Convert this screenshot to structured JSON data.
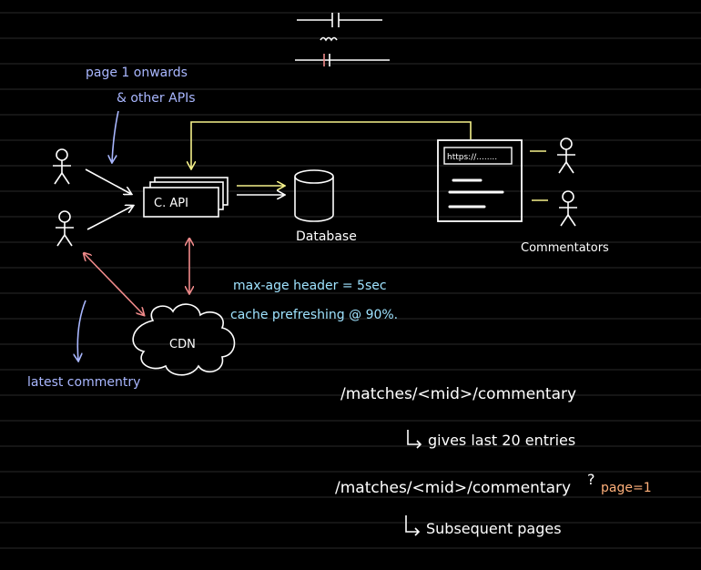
{
  "colors": {
    "background": "#000000",
    "ruled_lines": "#2a2a2a",
    "ink_white": "#ffffff",
    "ink_blue": "#a9b7ff",
    "ink_cyan": "#9fe3ff",
    "ink_yellow": "#f5f18a",
    "ink_red": "#f08a8a",
    "ink_orange": "#ffb07a"
  },
  "labels": {
    "api_box": "C. API",
    "database": "Database",
    "cdn": "CDN",
    "commentators": "Commentators",
    "url_bar": "https://........",
    "page_onwards_1": "page 1 onwards",
    "page_onwards_2": "& other APIs",
    "latest_commentary": "latest commentry",
    "max_age": "max-age header = 5sec",
    "cache_refresh": "cache prefreshing @ 90%.",
    "route_1": "/matches/<mid>/commentary",
    "route_1_note": "gives last 20 entries",
    "route_2": "/matches/<mid>/commentary",
    "route_2_query_mark": "?",
    "route_2_query": "page=1",
    "route_2_note": "Subsequent pages"
  }
}
